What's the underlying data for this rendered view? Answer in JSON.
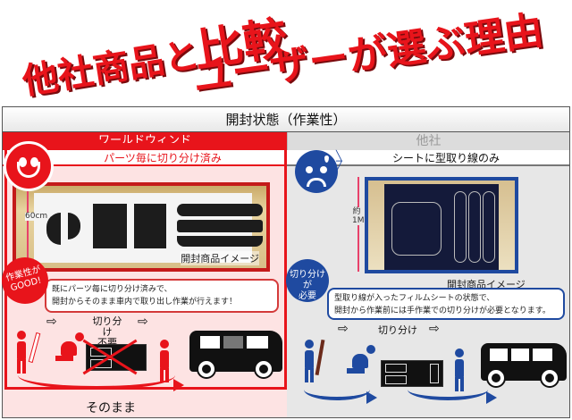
{
  "headline": {
    "line1_a": "他社商品と",
    "line1_b": "比較",
    "line2": "ユーザーが選ぶ理由"
  },
  "section_title": "開封状態（作業性）",
  "left": {
    "brand": "ワールドウィンド",
    "subtitle": "パーツ毎に切り分け済み",
    "face_icon": "smile-face",
    "dimension": "60cm",
    "photo_caption": "開封商品イメージ",
    "badge": "作業性が GOOD!",
    "note_line1": "既にパーツ毎に切り分け済みで、",
    "note_line2": "開封からそのまま車内で取り出し作業が行えます！",
    "flow_label": "切り分け 不要",
    "flow_label_1": "切り分け",
    "flow_label_2": "不要",
    "bottom_label": "そのまま",
    "accent": "#e8141b"
  },
  "right": {
    "brand": "他社",
    "subtitle": "シートに型取り線のみ",
    "face_icon": "sad-sweat-face",
    "dimension": "約1M",
    "photo_caption": "開封商品イメージ",
    "badge_1": "切り分けが",
    "badge_2": "必要",
    "note_line1": "型取り線が入ったフィルムシートの状態で、",
    "note_line2": "開封から作業前には手作業での切り分けが必要となります。",
    "flow_label": "切り分け",
    "accent": "#1f4aa0"
  }
}
